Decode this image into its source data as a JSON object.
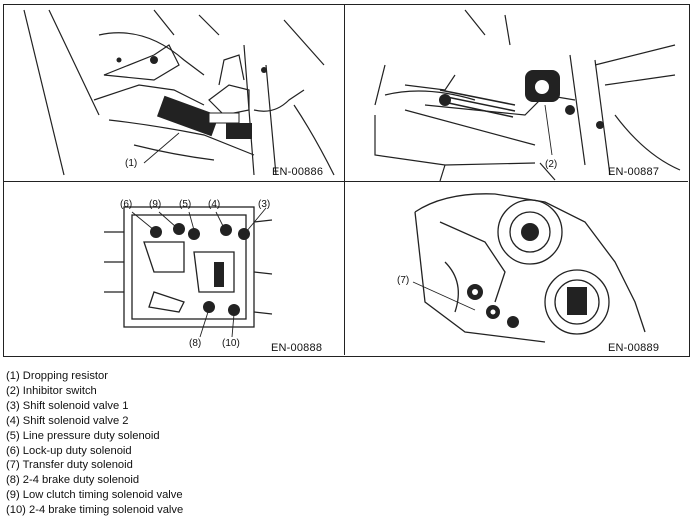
{
  "figures": [
    {
      "code": "EN-00886",
      "callouts": [
        "(1)"
      ]
    },
    {
      "code": "EN-00887",
      "callouts": [
        "(2)"
      ]
    },
    {
      "code": "EN-00888",
      "callouts": [
        "(6)",
        "(9)",
        "(5)",
        "(4)",
        "(3)",
        "(8)",
        "(10)"
      ]
    },
    {
      "code": "EN-00889",
      "callouts": [
        "(7)"
      ]
    }
  ],
  "legend": [
    "(1) Dropping resistor",
    "(2) Inhibitor switch",
    "(3) Shift solenoid valve 1",
    "(4) Shift solenoid valve 2",
    "(5) Line pressure duty solenoid",
    "(6) Lock-up duty solenoid",
    "(7) Transfer duty solenoid",
    "(8) 2-4 brake duty solenoid",
    "(9) Low clutch timing solenoid valve",
    "(10) 2-4 brake timing solenoid valve"
  ]
}
